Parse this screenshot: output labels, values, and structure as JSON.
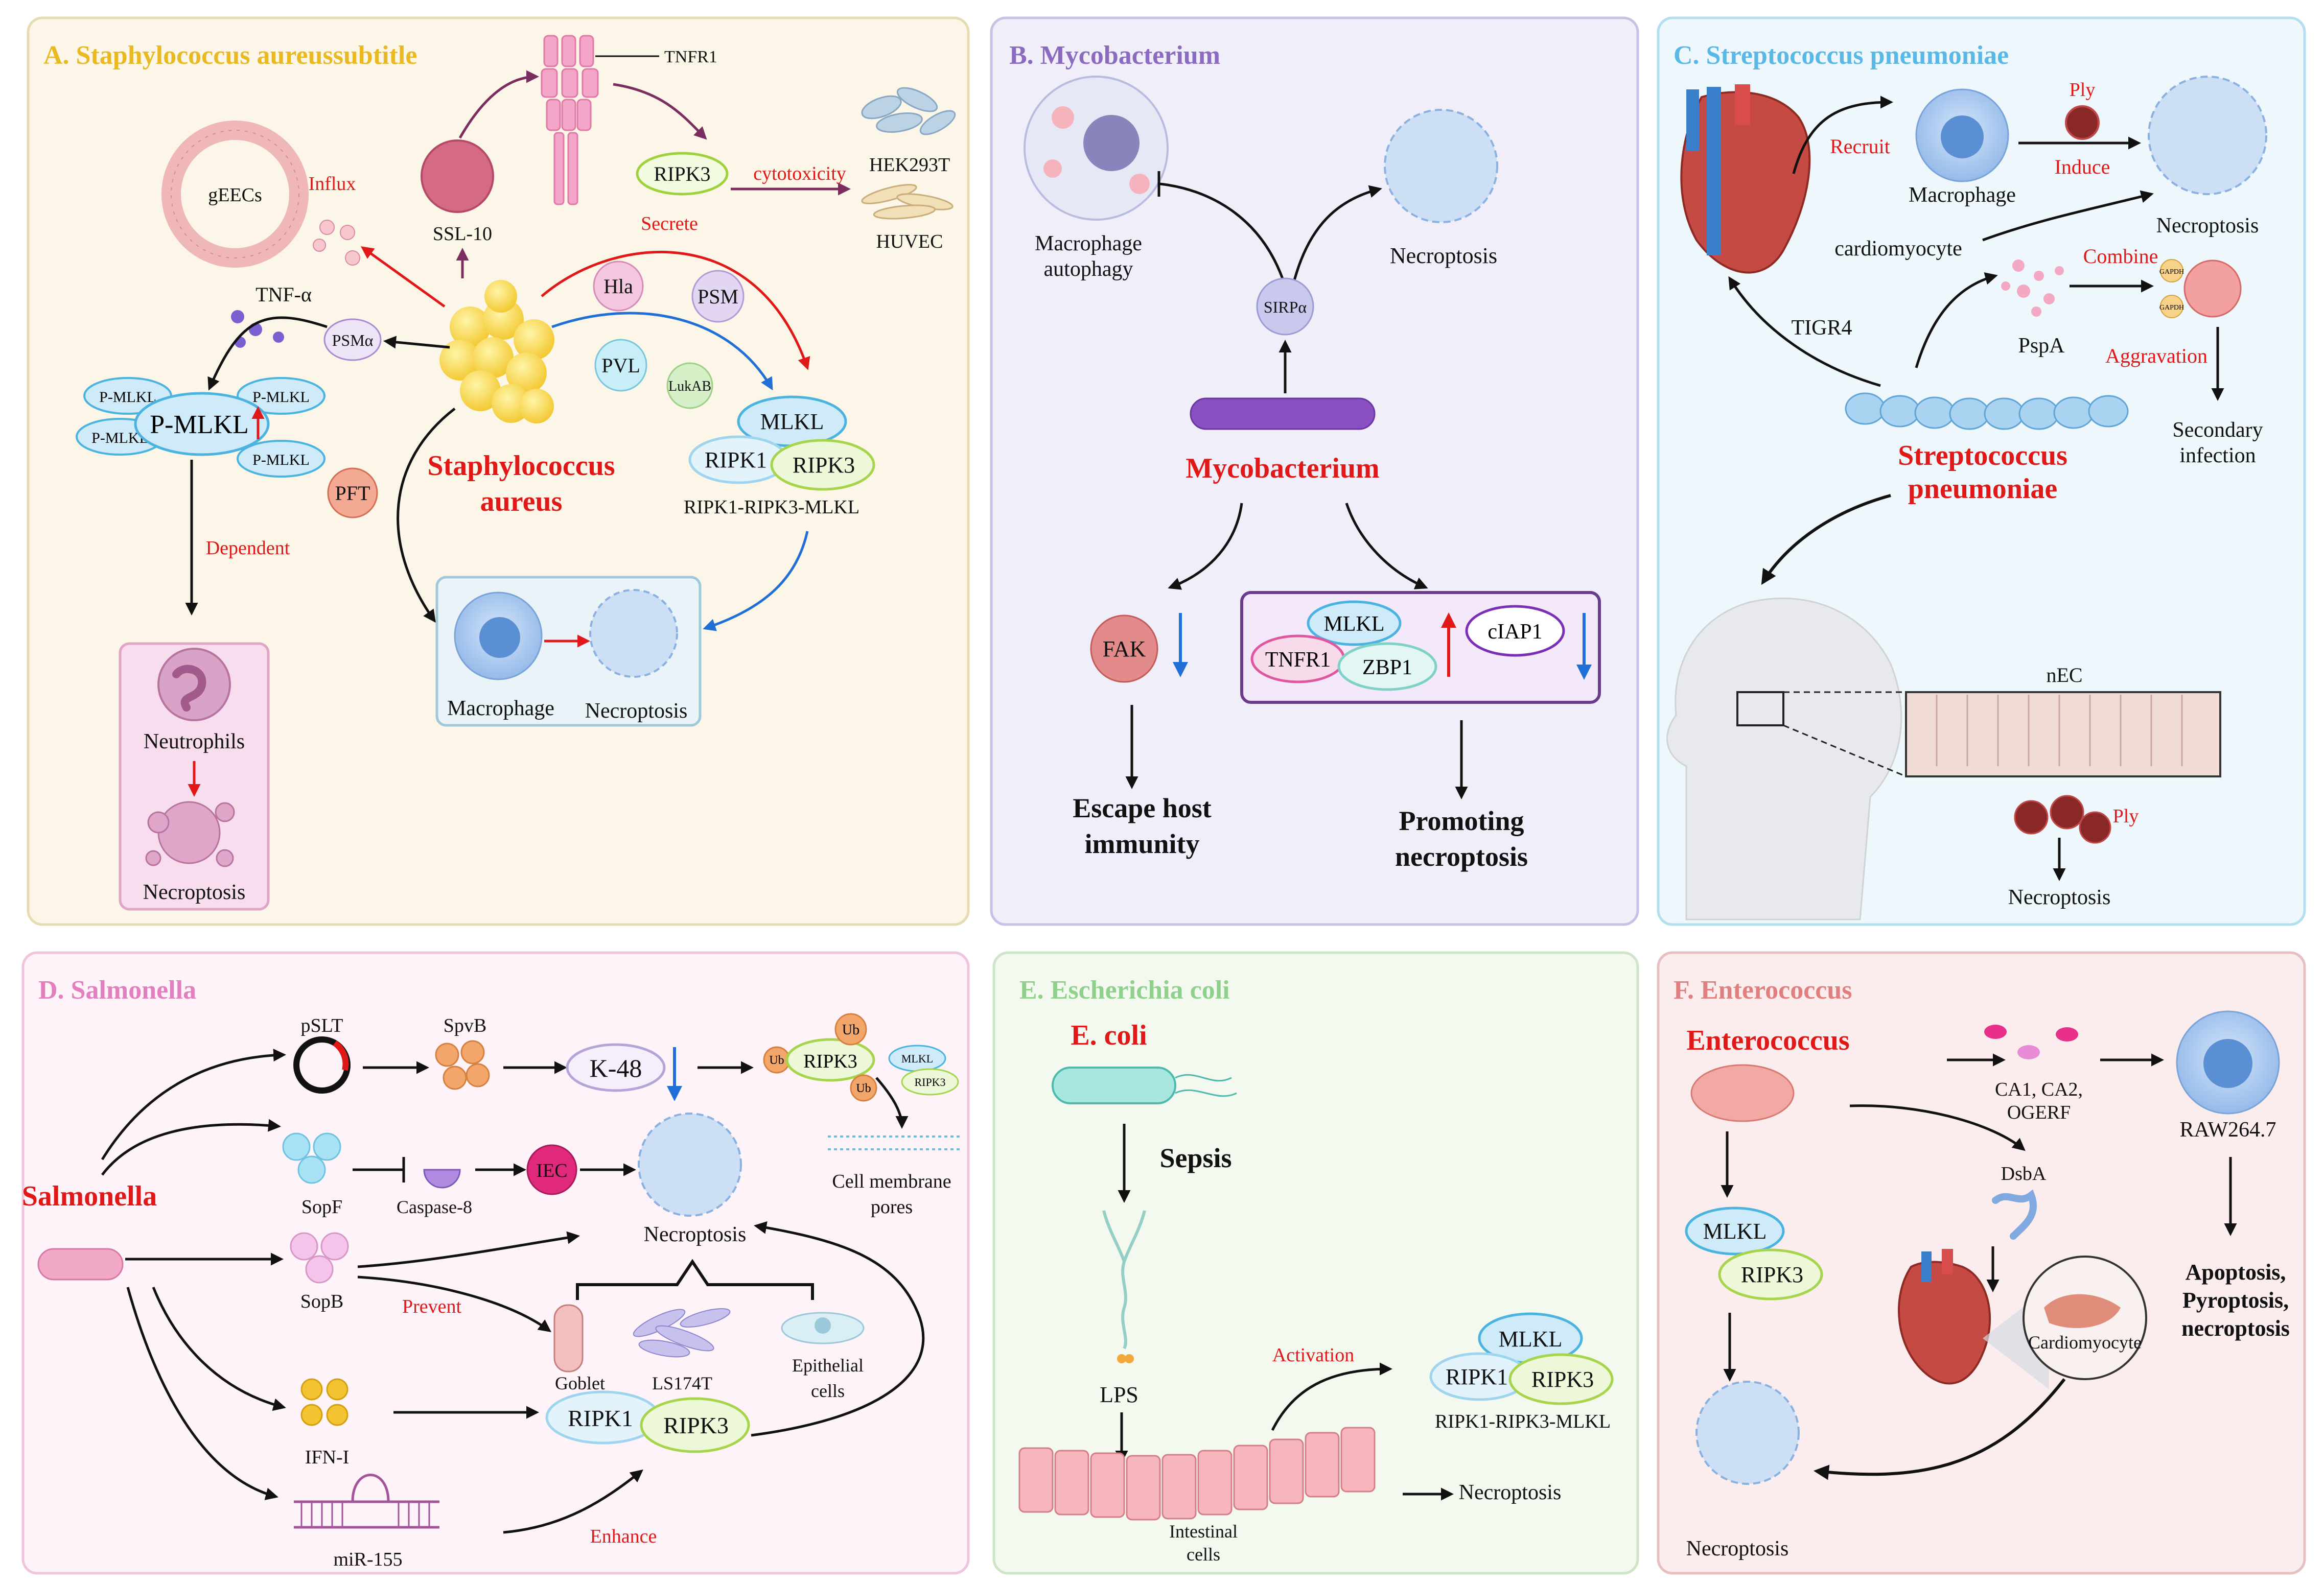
{
  "panels": {
    "a": {
      "title": "A. Staphylococcus aureussubtitle",
      "center": [
        "Staphylococcus",
        "aureus"
      ],
      "labels": {
        "tnfr1": "TNFR1",
        "ripk3": "RIPK3",
        "cytotoxicity": "cytotoxicity",
        "hek": "HEK293T",
        "huvec": "HUVEC",
        "ssl10": "SSL-10",
        "secrete": "Secrete",
        "geecs": "gEECs",
        "influx": "Influx",
        "tnfa": "TNF-α",
        "psma": "PSMα",
        "pmlkl": "P-MLKL",
        "pmlkl_small": "P-MLKL",
        "hla": "Hla",
        "psm": "PSM",
        "pvl": "PVL",
        "lukab": "LukAB",
        "mlkl": "MLKL",
        "ripk1": "RIPK1",
        "ripk3b": "RIPK3",
        "complex": "RIPK1-RIPK3-MLKL",
        "pft": "PFT",
        "dependent": "Dependent",
        "neutrophils": "Neutrophils",
        "necroptosis": "Necroptosis",
        "macrophage": "Macrophage",
        "necroptosis2": "Necroptosis"
      }
    },
    "b": {
      "title": "B. Mycobacterium",
      "center": "Mycobacterium",
      "labels": {
        "autophagy1": "Macrophage",
        "autophagy2": "autophagy",
        "necroptosis": "Necroptosis",
        "sirpa": "SIRPα",
        "fak": "FAK",
        "mlkl": "MLKL",
        "tnfr1": "TNFR1",
        "zbp1": "ZBP1",
        "ciap1": "cIAP1",
        "escape1": "Escape host",
        "escape2": "immunity",
        "promote1": "Promoting",
        "promote2": "necroptosis"
      }
    },
    "c": {
      "title": "C. Streptococcus pneumoniae",
      "center": [
        "Streptococcus",
        "pneumoniae"
      ],
      "labels": {
        "recruit": "Recruit",
        "macrophage": "Macrophage",
        "ply": "Ply",
        "induce": "Induce",
        "necroptosis": "Necroptosis",
        "cardiomyocyte": "cardiomyocyte",
        "combine": "Combine",
        "gapdh": "GAPDH",
        "tigr4": "TIGR4",
        "pspa": "PspA",
        "aggravation": "Aggravation",
        "secondary1": "Secondary",
        "secondary2": "infection",
        "nec": "nEC",
        "ply2": "Ply",
        "necroptosis2": "Necroptosis"
      }
    },
    "d": {
      "title": "D. Salmonella",
      "center": "Salmonella",
      "labels": {
        "pslt": "pSLT",
        "spvb": "SpvB",
        "k48": "K-48",
        "ub": "Ub",
        "ripk3": "RIPK3",
        "mlkl": "MLKL",
        "ripk3s": "RIPK3",
        "membrane1": "Cell membrane",
        "membrane2": "pores",
        "sopf": "SopF",
        "caspase8": "Caspase-8",
        "iec": "IEC",
        "necroptosis": "Necroptosis",
        "sopb": "SopB",
        "prevent": "Prevent",
        "goblet": "Goblet",
        "ls174t": "LS174T",
        "epi1": "Epithelial",
        "epi2": "cells",
        "ifni": "IFN-I",
        "ripk1": "RIPK1",
        "ripk3b": "RIPK3",
        "mir155": "miR-155",
        "enhance": "Enhance"
      }
    },
    "e": {
      "title": "E. Escherichia coli",
      "center": "E. coli",
      "labels": {
        "sepsis": "Sepsis",
        "lps": "LPS",
        "activation": "Activation",
        "mlkl": "MLKL",
        "ripk1": "RIPK1",
        "ripk3": "RIPK3",
        "complex": "RIPK1-RIPK3-MLKL",
        "intestinal1": "Intestinal",
        "intestinal2": "cells",
        "necroptosis": "Necroptosis"
      }
    },
    "f": {
      "title": "F. Enterococcus",
      "center": "Enterococcus",
      "labels": {
        "ca": "CA1, CA2,",
        "ogerf": "OGERF",
        "raw": "RAW264.7",
        "dsba": "DsbA",
        "mlkl": "MLKL",
        "ripk3": "RIPK3",
        "cardiomyocyte": "Cardiomyocyte",
        "apoptosis": "Apoptosis,",
        "pyroptosis": "Pyroptosis,",
        "necroptosis_b": "necroptosis",
        "necroptosis": "Necroptosis"
      }
    }
  },
  "colors": {
    "red": "#e01818",
    "title_a": "#e8b923",
    "title_b": "#8a6bbf",
    "title_c": "#5ab8e6",
    "title_d": "#e47fbf",
    "title_e": "#8fd18c",
    "title_f": "#e07f7f"
  }
}
